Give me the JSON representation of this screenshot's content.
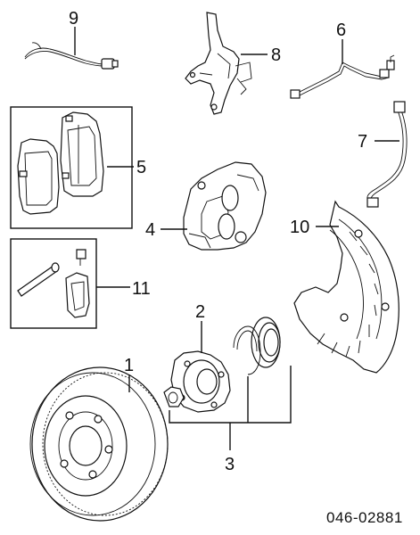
{
  "callouts": {
    "c1": "1",
    "c2": "2",
    "c3": "3",
    "c4": "4",
    "c5": "5",
    "c6": "6",
    "c7": "7",
    "c8": "8",
    "c9": "9",
    "c10": "10",
    "c11": "11"
  },
  "diagram_number": "046-02881"
}
